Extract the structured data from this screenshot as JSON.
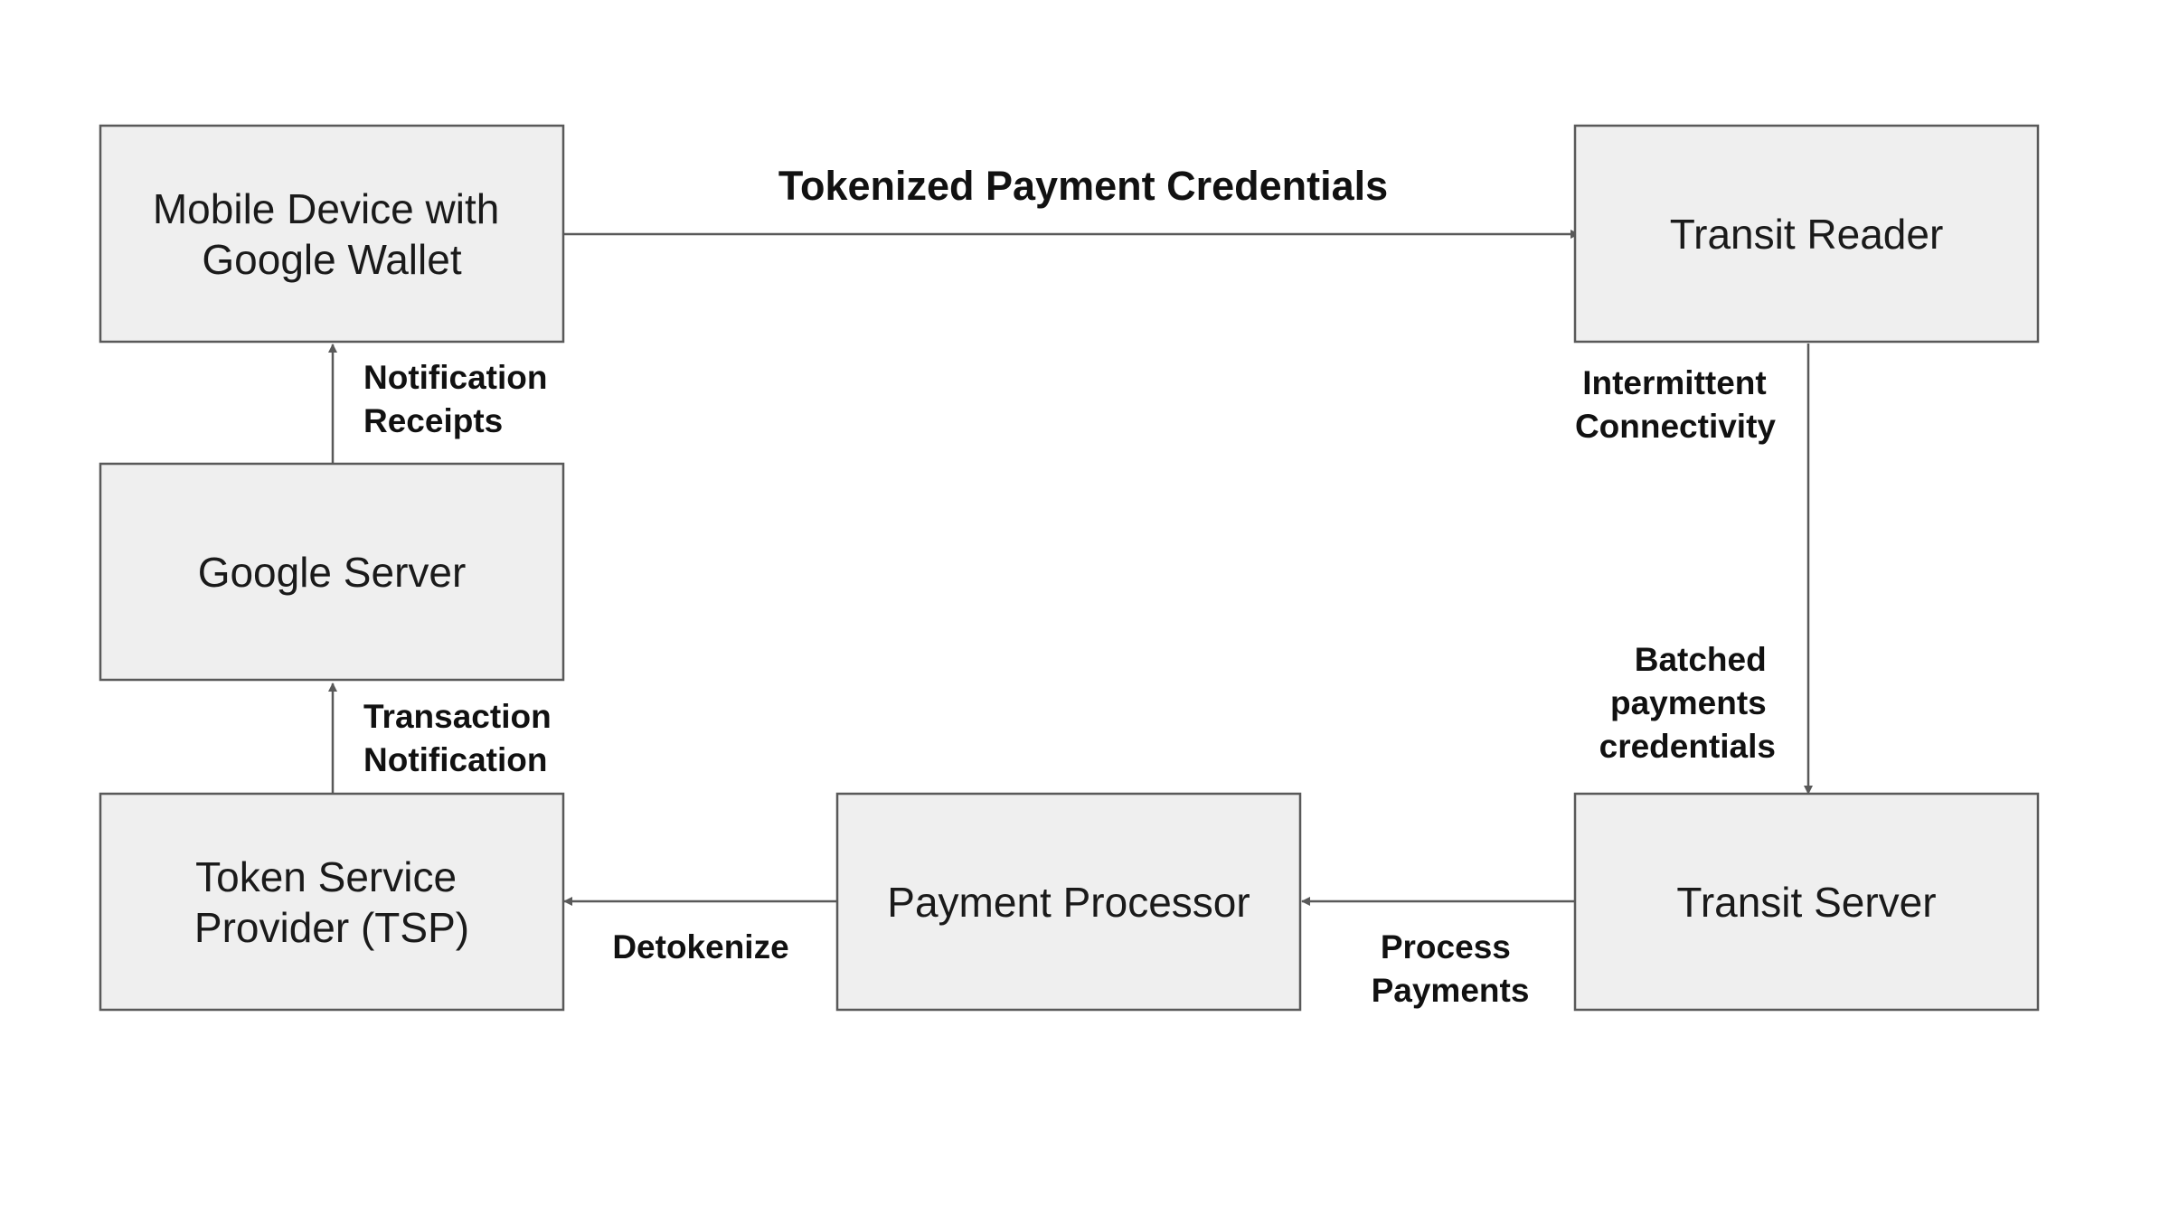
{
  "nodes": {
    "mobile_device": [
      "Mobile Device with",
      "Google Wallet"
    ],
    "transit_reader": [
      "Transit Reader"
    ],
    "google_server": [
      "Google Server"
    ],
    "token_service_provider": [
      "Token Service",
      "Provider (TSP)"
    ],
    "payment_processor": [
      "Payment Processor"
    ],
    "transit_server": [
      "Transit Server"
    ]
  },
  "edges": {
    "tokenized_credentials": [
      "Tokenized Payment Credentials"
    ],
    "notification_receipts": [
      "Notification",
      "Receipts"
    ],
    "transaction_notification": [
      "Transaction",
      "Notification"
    ],
    "intermittent_connectivity": [
      "Intermittent",
      "Connectivity"
    ],
    "batched_credentials": [
      "Batched",
      "payments",
      "credentials"
    ],
    "detokenize": [
      "Detokenize"
    ],
    "process_payments": [
      "Process",
      "Payments"
    ]
  },
  "colors": {
    "node_fill": "#efefef",
    "stroke": "#595959",
    "text": "#1a1a1a"
  }
}
